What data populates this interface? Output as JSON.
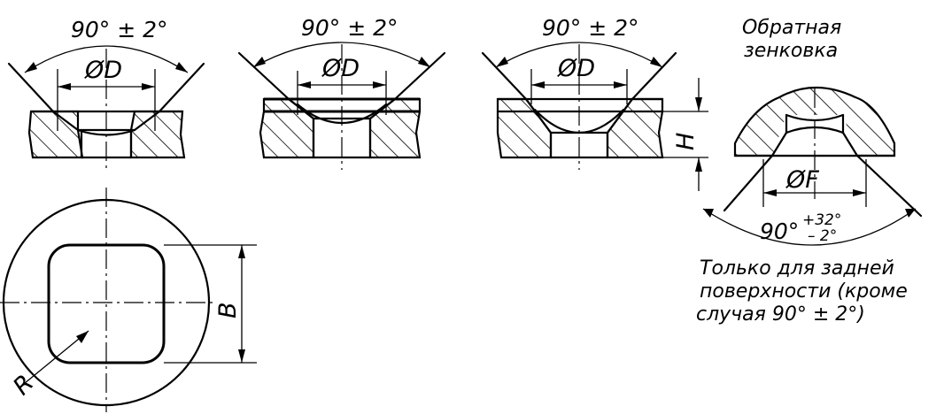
{
  "views": [
    {
      "angle_label": "90° ± 2°",
      "diameter_label": "ØD"
    },
    {
      "angle_label": "90° ± 2°",
      "diameter_label": "ØD"
    },
    {
      "angle_label": "90° ± 2°",
      "diameter_label": "ØD"
    }
  ],
  "thickness_label": "H",
  "back_countersink": {
    "title_line1": "Обратная",
    "title_line2": "зенковка",
    "diameter_label": "ØF",
    "angle_main": "90°",
    "angle_plus": "+32°",
    "angle_minus": "– 2°"
  },
  "note": {
    "line1": "Только для задней",
    "line2": "поверхности (кроме",
    "line3": "случая 90° ± 2°)"
  },
  "square_hole": {
    "side_label": "B",
    "radius_label": "R"
  }
}
